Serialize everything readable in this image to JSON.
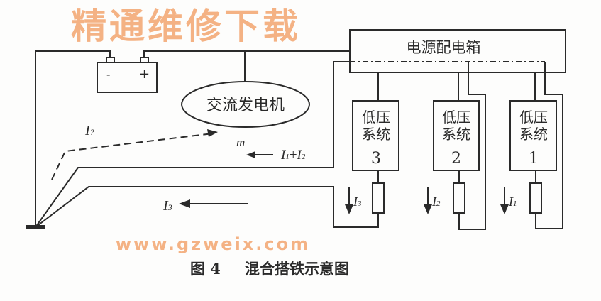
{
  "diagram": {
    "distribution_box": "电源配电箱",
    "alternator": "交流发电机",
    "battery": {
      "minus": "-",
      "plus": "+"
    },
    "systems": [
      {
        "line1": "低压",
        "line2": "系统",
        "num": "3",
        "current": "I",
        "sub": "3"
      },
      {
        "line1": "低压",
        "line2": "系统",
        "num": "2",
        "current": "I",
        "sub": "2"
      },
      {
        "line1": "低压",
        "line2": "系统",
        "num": "1",
        "current": "I",
        "sub": "1"
      }
    ],
    "currents": {
      "unknown": {
        "main": "I",
        "sub": "?"
      },
      "sum": {
        "a": "I",
        "a_sub": "1",
        "plus": "+",
        "b": "I",
        "b_sub": "2"
      },
      "return3": {
        "main": "I",
        "sub": "3"
      }
    },
    "alternator_mark": "m"
  },
  "caption": {
    "figure": "图 4",
    "title": "混合搭铁示意图"
  },
  "watermark": {
    "cn": "精通维修下载",
    "url": "www.gzweix.com"
  },
  "colors": {
    "line": "#2a2a2a",
    "watermark": "#f29a5c"
  }
}
